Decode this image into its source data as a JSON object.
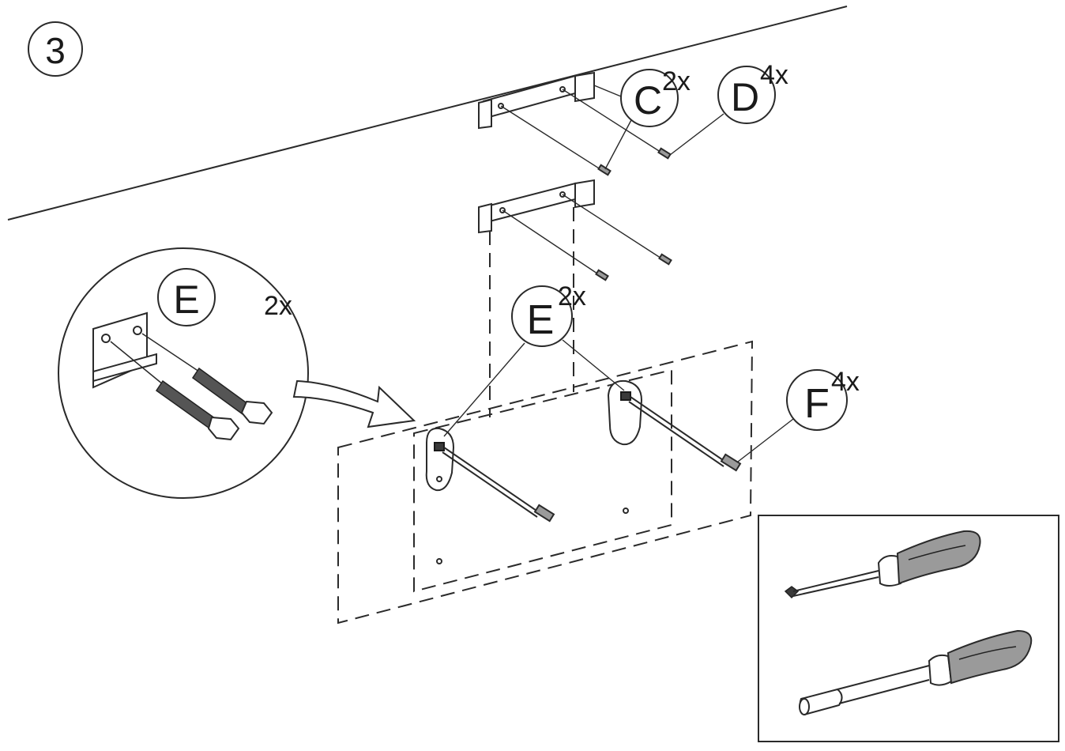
{
  "step": {
    "number": "3"
  },
  "callouts": [
    {
      "id": "C",
      "letter": "C",
      "qty": "2x"
    },
    {
      "id": "D",
      "letter": "D",
      "qty": "4x"
    },
    {
      "id": "E",
      "letter": "E",
      "qty": "2x"
    },
    {
      "id": "F",
      "letter": "F",
      "qty": "4x"
    }
  ],
  "detail": {
    "letter": "E",
    "qty": "2x"
  },
  "tools": [
    {
      "name": "phillips-screwdriver"
    },
    {
      "name": "nut-driver"
    }
  ]
}
